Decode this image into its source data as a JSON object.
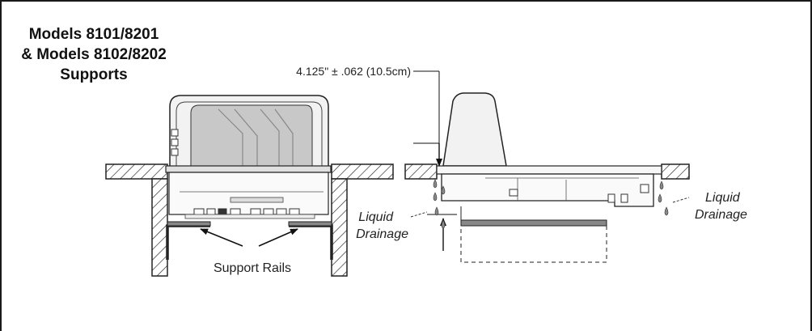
{
  "title": {
    "line1": "Models 8101/8201",
    "line2": "& Models 8102/8202",
    "line3": "Supports"
  },
  "labels": {
    "dimension": "4.125\" ± .062 (10.5cm)",
    "support_rails": "Support Rails",
    "liquid_left_1": "Liquid",
    "liquid_left_2": "Drainage",
    "liquid_right_1": "Liquid",
    "liquid_right_2": "Drainage"
  }
}
